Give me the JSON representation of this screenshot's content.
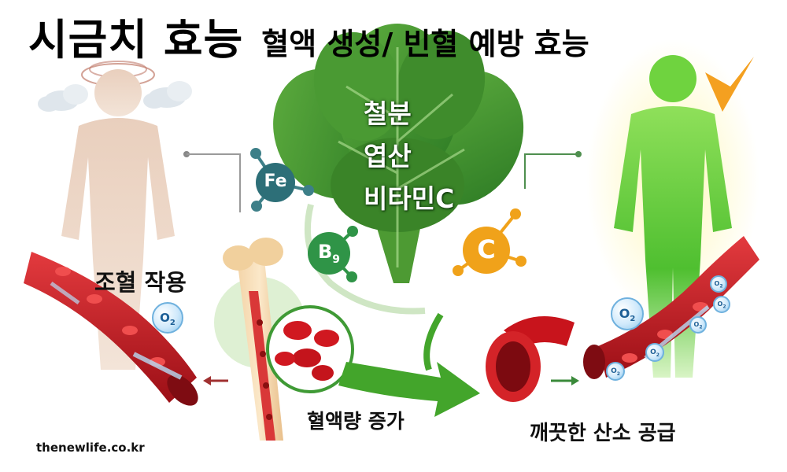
{
  "title": {
    "main": "시금치 효능",
    "sub": "혈액 생성/ 빈혈 예방 효능"
  },
  "nutrients": [
    "철분",
    "엽산",
    "비타민C"
  ],
  "molecules": {
    "iron": "Fe",
    "folate_base": "B",
    "folate_sub": "9",
    "vitamin_c": "C"
  },
  "oxygen_label": "O",
  "oxygen_sub": "2",
  "labels": {
    "hematopoiesis": "조혈 작용",
    "blood_volume": "혈액량 증가",
    "oxygen_supply": "깨끗한 산소 공급"
  },
  "watermark": "thenewlife.co.kr",
  "colors": {
    "spinach": "#3d8b2f",
    "blood": "#c8141c",
    "healthy_body": "#5cc936",
    "tired_body": "#e6c8b4",
    "arrow": "#43a52b",
    "iron": "#2d6f78",
    "folate": "#2f9447",
    "vitamin_c": "#f0a21a"
  }
}
